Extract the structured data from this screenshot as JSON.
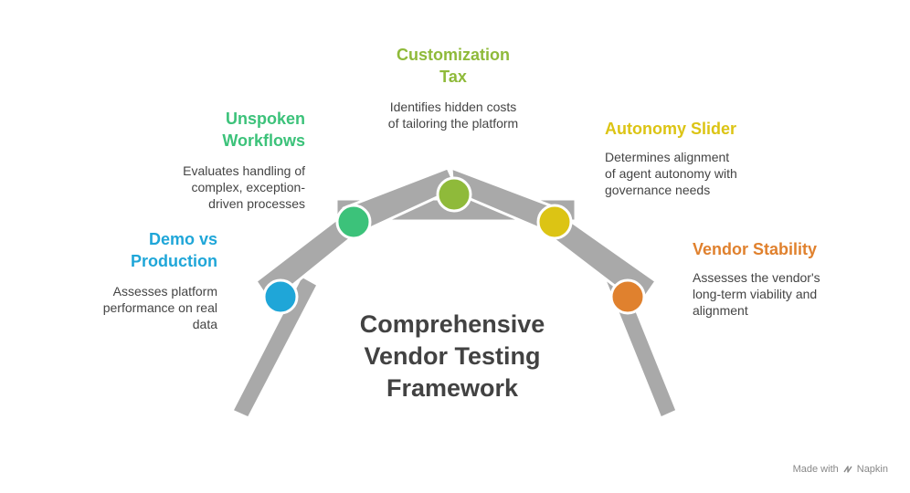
{
  "main_title": [
    "Comprehensive",
    "Vendor Testing",
    "Framework"
  ],
  "items": [
    {
      "title": [
        "Demo vs",
        "Production"
      ],
      "desc": [
        "Assesses platform",
        "performance on real",
        "data"
      ],
      "color": "#1fa6d8"
    },
    {
      "title": [
        "Unspoken",
        "Workflows"
      ],
      "desc": [
        "Evaluates handling of",
        "complex, exception-",
        "driven processes"
      ],
      "color": "#3cc27a"
    },
    {
      "title": [
        "Customization",
        "Tax"
      ],
      "desc": [
        "Identifies hidden costs",
        "of tailoring the platform"
      ],
      "color": "#8fba3a"
    },
    {
      "title": [
        "Autonomy Slider"
      ],
      "desc": [
        "Determines alignment",
        "of agent autonomy with",
        "governance needs"
      ],
      "color": "#dcc414"
    },
    {
      "title": [
        "Vendor Stability"
      ],
      "desc": [
        "Assesses the vendor's",
        "long-term viability and",
        "alignment"
      ],
      "color": "#e0812e"
    }
  ],
  "footer": {
    "text": "Made with",
    "brand": "Napkin"
  },
  "colors": {
    "beam": "#a9a9a9",
    "beam_stroke": "#ffffff",
    "title": "#424242"
  }
}
